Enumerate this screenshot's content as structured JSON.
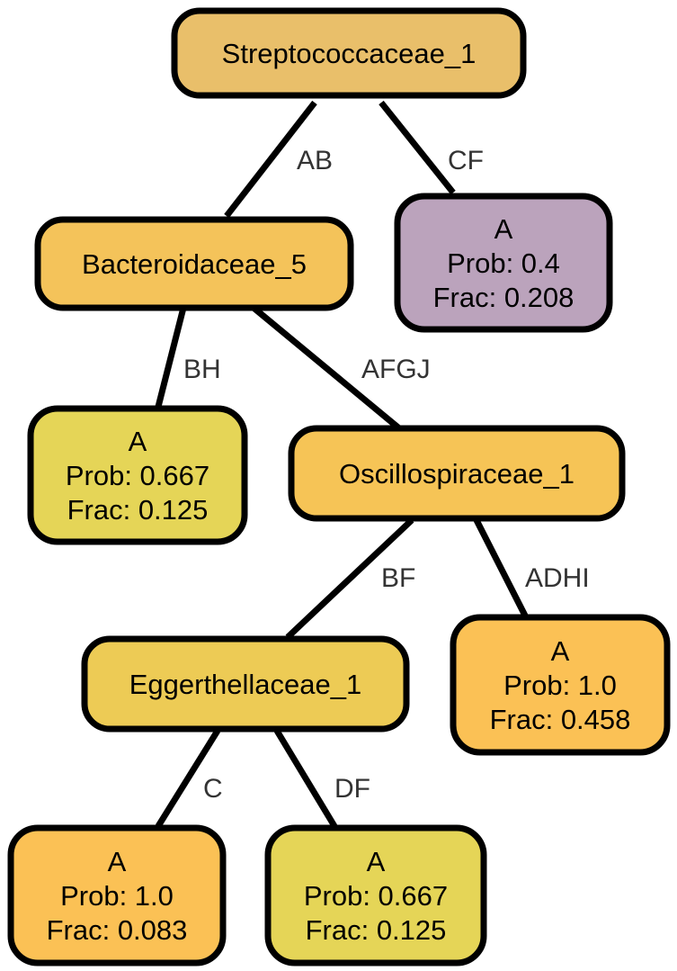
{
  "nodes": [
    {
      "id": "n0",
      "name": "root-node-streptococcaceae-1",
      "lines": [
        "Streptococcaceae_1"
      ],
      "color": "#E9BF6A"
    },
    {
      "id": "n1",
      "name": "node-bacteroidaceae-5",
      "lines": [
        "Bacteroidaceae_5"
      ],
      "color": "#F4C35A"
    },
    {
      "id": "n2",
      "name": "leaf-node-cf",
      "lines": [
        "A",
        "Prob: 0.4",
        "Frac: 0.208"
      ],
      "color": "#BBA3BC"
    },
    {
      "id": "n3",
      "name": "leaf-node-bh",
      "lines": [
        "A",
        "Prob: 0.667",
        "Frac: 0.125"
      ],
      "color": "#E5D557"
    },
    {
      "id": "n4",
      "name": "node-oscillospiraceae-1",
      "lines": [
        "Oscillospiraceae_1"
      ],
      "color": "#F6C456"
    },
    {
      "id": "n5",
      "name": "node-eggerthellaceae-1",
      "lines": [
        "Eggerthellaceae_1"
      ],
      "color": "#EDCB55"
    },
    {
      "id": "n6",
      "name": "leaf-node-adhi",
      "lines": [
        "A",
        "Prob: 1.0",
        "Frac: 0.458"
      ],
      "color": "#FBC155"
    },
    {
      "id": "n7",
      "name": "leaf-node-c",
      "lines": [
        "A",
        "Prob: 1.0",
        "Frac: 0.083"
      ],
      "color": "#FBC155"
    },
    {
      "id": "n8",
      "name": "leaf-node-df",
      "lines": [
        "A",
        "Prob: 0.667",
        "Frac: 0.125"
      ],
      "color": "#E5D557"
    }
  ],
  "edges": [
    {
      "from": "n0",
      "to": "n1",
      "label": "AB"
    },
    {
      "from": "n0",
      "to": "n2",
      "label": "CF"
    },
    {
      "from": "n1",
      "to": "n3",
      "label": "BH"
    },
    {
      "from": "n1",
      "to": "n4",
      "label": "AFGJ"
    },
    {
      "from": "n4",
      "to": "n5",
      "label": "BF"
    },
    {
      "from": "n4",
      "to": "n6",
      "label": "ADHI"
    },
    {
      "from": "n5",
      "to": "n7",
      "label": "C"
    },
    {
      "from": "n5",
      "to": "n8",
      "label": "DF"
    }
  ]
}
